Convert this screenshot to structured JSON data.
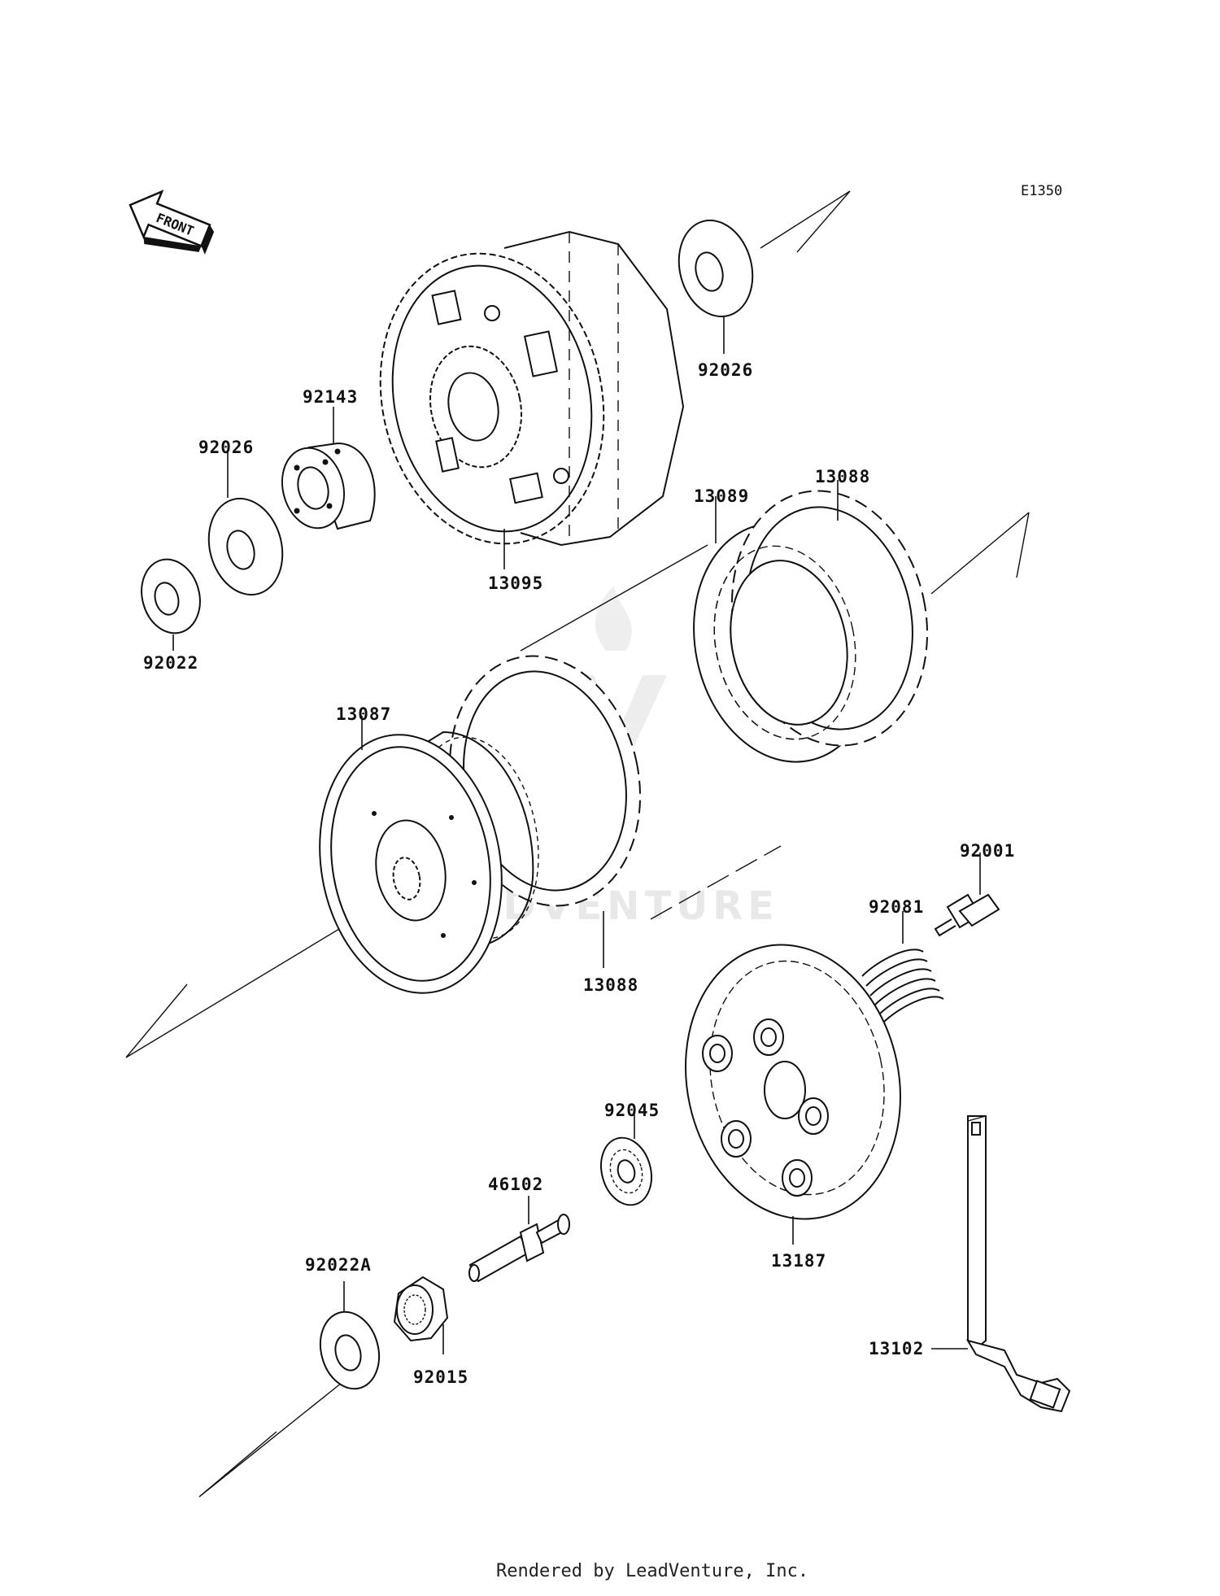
{
  "diagram_code": "E1350",
  "front_arrow_label": "FRONT",
  "watermark_text": "LEADVENTURE",
  "footer_text": "Rendered by LeadVenture, Inc.",
  "parts": [
    {
      "id": "p92026a",
      "number": "92026"
    },
    {
      "id": "p92143",
      "number": "92143"
    },
    {
      "id": "p92026b",
      "number": "92026"
    },
    {
      "id": "p92022",
      "number": "92022"
    },
    {
      "id": "p13095",
      "number": "13095"
    },
    {
      "id": "p13089",
      "number": "13089"
    },
    {
      "id": "p13088a",
      "number": "13088"
    },
    {
      "id": "p13087",
      "number": "13087"
    },
    {
      "id": "p13088b",
      "number": "13088"
    },
    {
      "id": "p92001",
      "number": "92001"
    },
    {
      "id": "p92081",
      "number": "92081"
    },
    {
      "id": "p92045",
      "number": "92045"
    },
    {
      "id": "p46102",
      "number": "46102"
    },
    {
      "id": "p13187",
      "number": "13187"
    },
    {
      "id": "p92022A",
      "number": "92022A"
    },
    {
      "id": "p92015",
      "number": "92015"
    },
    {
      "id": "p13102",
      "number": "13102"
    }
  ]
}
